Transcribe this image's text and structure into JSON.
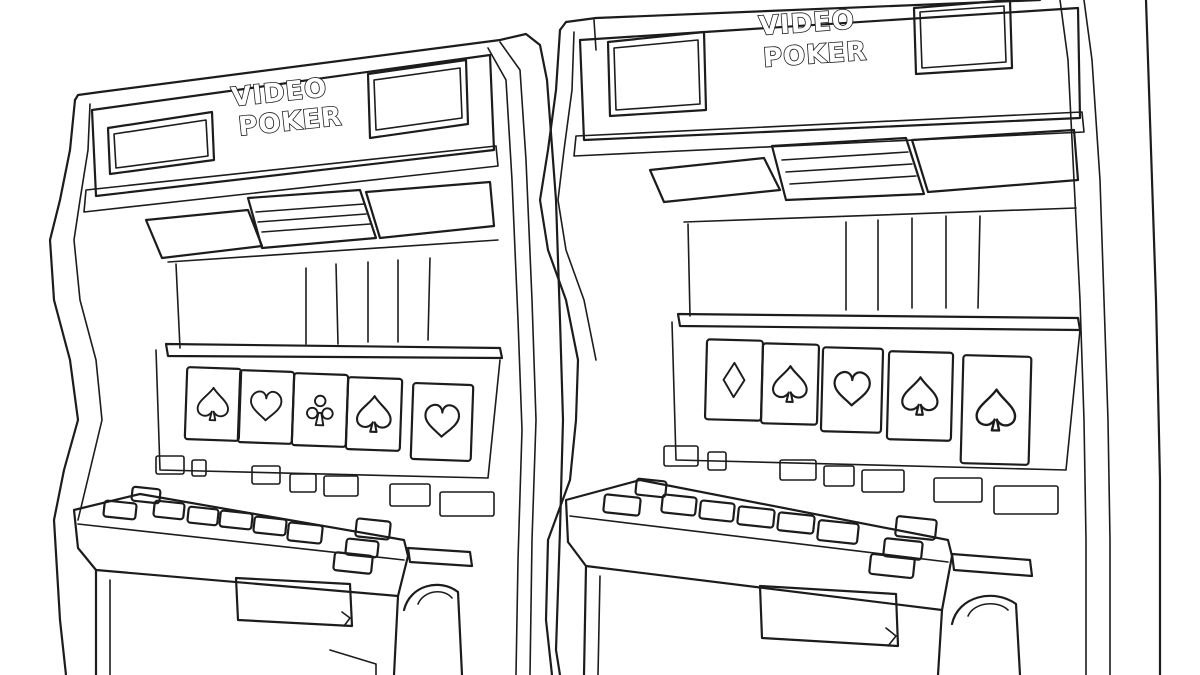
{
  "machines": [
    {
      "name": "machine-left",
      "title_line1": "VIDEO",
      "title_line2": "POKER",
      "cards": [
        {
          "suit": "spade"
        },
        {
          "suit": "heart"
        },
        {
          "suit": "club"
        },
        {
          "suit": "spade"
        },
        {
          "suit": "heart"
        }
      ]
    },
    {
      "name": "machine-right",
      "title_line1": "VIDEO",
      "title_line2": "POKER",
      "cards": [
        {
          "suit": "diamond"
        },
        {
          "suit": "spade"
        },
        {
          "suit": "heart"
        },
        {
          "suit": "spade"
        },
        {
          "suit": "spade"
        }
      ]
    }
  ],
  "style": {
    "ink_color": "#1c1c1c",
    "paper_color": "#ffffff"
  }
}
